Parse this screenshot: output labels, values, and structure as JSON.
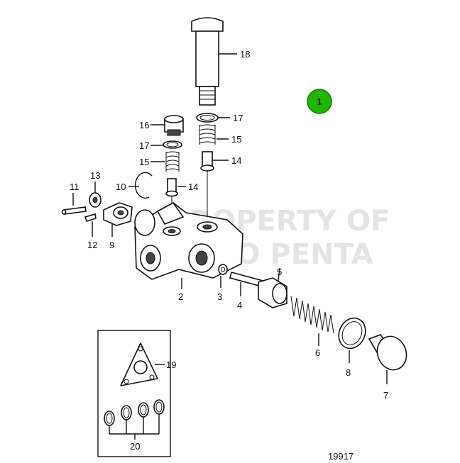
{
  "diagram": {
    "watermark_lines": [
      "PROPERTY OF",
      "VOLVO PENTA"
    ],
    "figure_number": "19917",
    "badge": {
      "label": "1",
      "color": "#22b400"
    },
    "parts": [
      {
        "id": "p18",
        "number": "18"
      },
      {
        "id": "p17a",
        "number": "17"
      },
      {
        "id": "p15a",
        "number": "15"
      },
      {
        "id": "p14a",
        "number": "14"
      },
      {
        "id": "p16",
        "number": "16"
      },
      {
        "id": "p17b",
        "number": "17"
      },
      {
        "id": "p15b",
        "number": "15"
      },
      {
        "id": "p14b",
        "number": "14"
      },
      {
        "id": "p10",
        "number": "10"
      },
      {
        "id": "p11",
        "number": "11"
      },
      {
        "id": "p13",
        "number": "13"
      },
      {
        "id": "p12",
        "number": "12"
      },
      {
        "id": "p9",
        "number": "9"
      },
      {
        "id": "p2",
        "number": "2"
      },
      {
        "id": "p3",
        "number": "3"
      },
      {
        "id": "p4",
        "number": "4"
      },
      {
        "id": "p5",
        "number": "5"
      },
      {
        "id": "p6",
        "number": "6"
      },
      {
        "id": "p8",
        "number": "8"
      },
      {
        "id": "p7",
        "number": "7"
      },
      {
        "id": "p19",
        "number": "19"
      },
      {
        "id": "p20",
        "number": "20"
      }
    ]
  }
}
